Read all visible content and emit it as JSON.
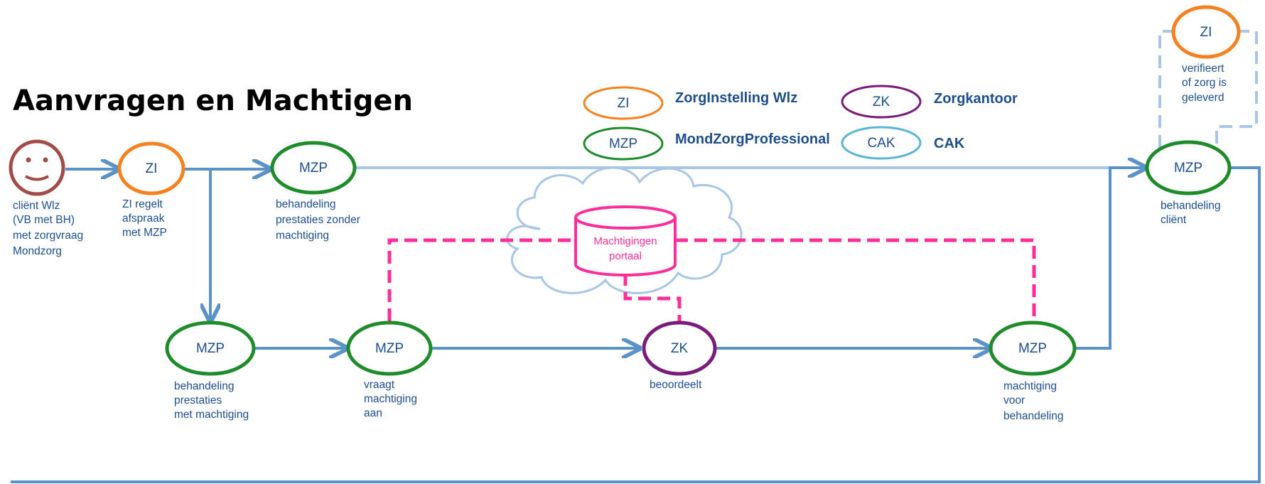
{
  "title": "Aanvragen en Machtigen",
  "colors": {
    "flow": "#5b92c8",
    "flow_light": "#a9c6e6",
    "zi": "#f5821f",
    "mzp": "#1e8c2b",
    "zk": "#7a1a7a",
    "cak": "#5bb6d6",
    "portal": "#ff2d9a",
    "client": "#a34b47",
    "text": "#1f4e8c"
  },
  "legend": [
    {
      "abbr": "ZI",
      "name": "ZorgInstelling Wlz",
      "kind": "zi"
    },
    {
      "abbr": "MZP",
      "name": "MondZorgProfessional",
      "kind": "mzp"
    },
    {
      "abbr": "ZK",
      "name": "Zorgkantoor",
      "kind": "zk"
    },
    {
      "abbr": "CAK",
      "name": "CAK",
      "kind": "cak"
    }
  ],
  "client": {
    "icon": "smiley-face-icon",
    "caption": [
      "cliënt Wlz",
      "(VB met BH)",
      "met zorgvraag",
      "Mondzorg"
    ]
  },
  "nodes": {
    "zi_start": {
      "label": "ZI",
      "caption": [
        "ZI regelt",
        "afspraak",
        "met MZP"
      ]
    },
    "mzp_no_auth": {
      "label": "MZP",
      "caption": [
        "behandeling",
        "prestaties zonder",
        "machtiging"
      ]
    },
    "mzp_with_auth": {
      "label": "MZP",
      "caption": [
        "behandeling",
        "prestaties",
        "met machtiging"
      ]
    },
    "mzp_request": {
      "label": "MZP",
      "caption": [
        "vraagt",
        "machtiging",
        "aan"
      ]
    },
    "zk_assess": {
      "label": "ZK",
      "caption": [
        "beoordeelt"
      ]
    },
    "mzp_authorized": {
      "label": "MZP",
      "caption": [
        "machtiging",
        "voor",
        "behandeling"
      ]
    },
    "mzp_treat": {
      "label": "MZP",
      "caption": [
        "behandeling",
        "cliënt"
      ]
    },
    "zi_verify": {
      "label": "ZI",
      "caption": [
        "verifieert",
        "of zorg is",
        "geleverd"
      ]
    }
  },
  "portal": {
    "lines": [
      "Machtigingen",
      "portaal"
    ],
    "icon": "database-cylinder-icon",
    "cloud_icon": "cloud-icon"
  }
}
